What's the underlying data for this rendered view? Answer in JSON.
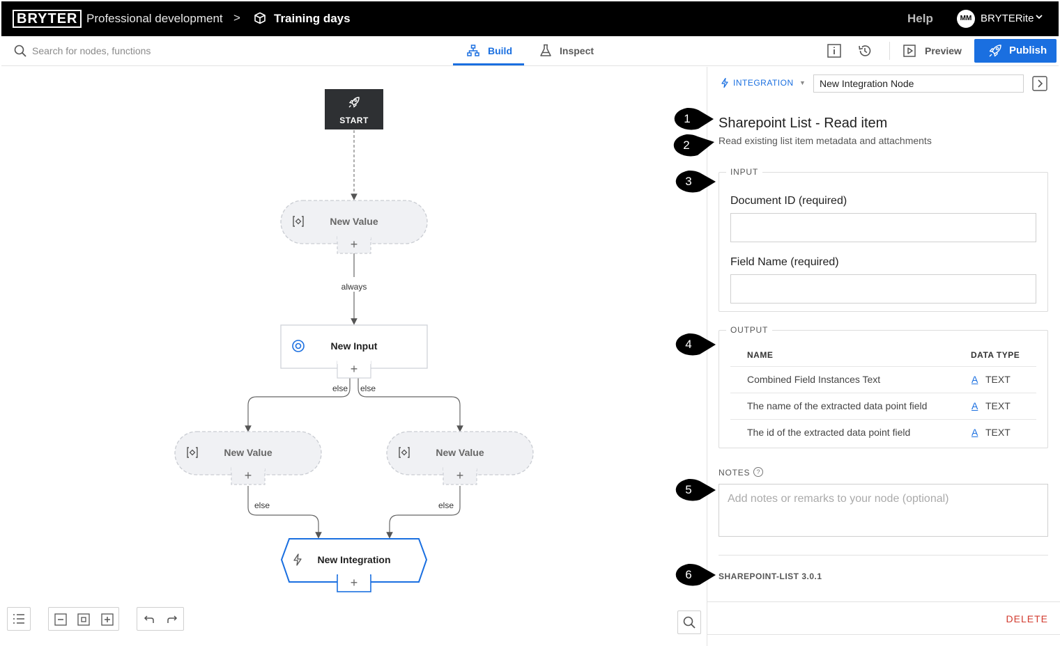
{
  "topbar": {
    "logo": "BRYTER",
    "breadcrumb_project": "Professional development",
    "breadcrumb_separator": ">",
    "breadcrumb_module": "Training days",
    "help": "Help",
    "user_initials": "MM",
    "user_name": "BRYTERite"
  },
  "toolbar": {
    "search_placeholder": "Search for nodes, functions",
    "tab_build": "Build",
    "tab_inspect": "Inspect",
    "preview": "Preview",
    "publish": "Publish"
  },
  "flow": {
    "start": "START",
    "node_value_top": "New Value",
    "edge_always": "always",
    "node_input": "New Input",
    "edge_else_left": "else",
    "edge_else_right": "else",
    "node_value_left": "New Value",
    "node_value_right": "New Value",
    "edge_else_bottom_left": "else",
    "edge_else_bottom_right": "else",
    "node_integration": "New Integration"
  },
  "panel": {
    "type_label": "INTEGRATION",
    "node_name": "New Integration Node",
    "title": "Sharepoint List - Read item",
    "subtitle": "Read existing list item metadata and attachments",
    "input_legend": "INPUT",
    "field_document_id": "Document ID (required)",
    "field_field_name": "Field Name (required)",
    "output_legend": "OUTPUT",
    "output_col_name": "NAME",
    "output_col_type": "DATA TYPE",
    "outputs": [
      {
        "name": "Combined Field Instances Text",
        "type_icon": "A",
        "type": "TEXT"
      },
      {
        "name": "The name of the extracted data point field",
        "type_icon": "A",
        "type": "TEXT"
      },
      {
        "name": "The id of the extracted data point field",
        "type_icon": "A",
        "type": "TEXT"
      }
    ],
    "notes_label": "NOTES",
    "notes_help": "?",
    "notes_placeholder": "Add notes or remarks to your node (optional)",
    "version": "SHAREPOINT-LIST 3.0.1",
    "delete": "DELETE"
  },
  "callouts": [
    "1",
    "2",
    "3",
    "4",
    "5",
    "6"
  ],
  "colors": {
    "accent": "#1a6fe0",
    "topbar": "#000000",
    "delete": "#d23a2e",
    "node_fill": "#f0f1f4"
  }
}
